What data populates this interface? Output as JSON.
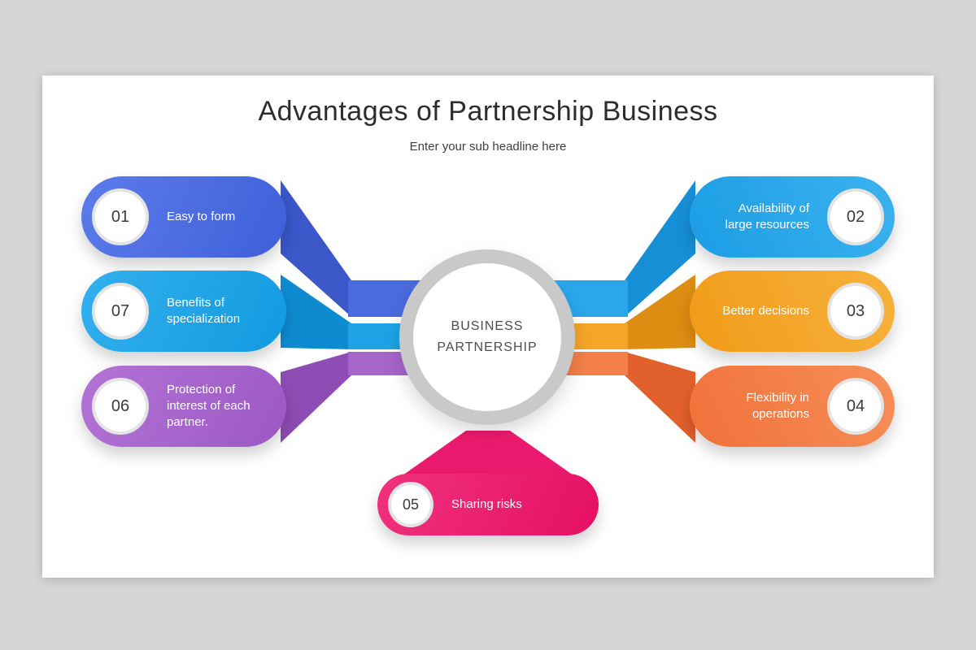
{
  "page": {
    "title": "Advantages of Partnership Business",
    "subtitle": "Enter your sub headline here"
  },
  "center": {
    "label_line1": "BUSINESS",
    "label_line2": "PARTNERSHIP",
    "ring_color": "#c9c9c9"
  },
  "items": [
    {
      "number": "01",
      "label": "Easy to form",
      "side": "left",
      "color": "#4a6be0",
      "fold_color": "#3b57c8"
    },
    {
      "number": "02",
      "label": "Availability of large resources",
      "side": "right",
      "color": "#2aa7ea",
      "fold_color": "#178fd6"
    },
    {
      "number": "03",
      "label": "Better decisions",
      "side": "right",
      "color": "#f5a528",
      "fold_color": "#dd8d12"
    },
    {
      "number": "04",
      "label": "Flexibility in operations",
      "side": "right",
      "color": "#f57f48",
      "fold_color": "#e2602c"
    },
    {
      "number": "05",
      "label": "Sharing risks",
      "side": "bottom",
      "color": "#ec1a6e",
      "fold_color": "#cf0e5a"
    },
    {
      "number": "06",
      "label": "Protection of interest of each partner.",
      "side": "left",
      "color": "#a765cb",
      "fold_color": "#8e4cb5"
    },
    {
      "number": "07",
      "label": "Benefits of specialization",
      "side": "left",
      "color": "#1ea3e6",
      "fold_color": "#0e8bd0"
    }
  ]
}
